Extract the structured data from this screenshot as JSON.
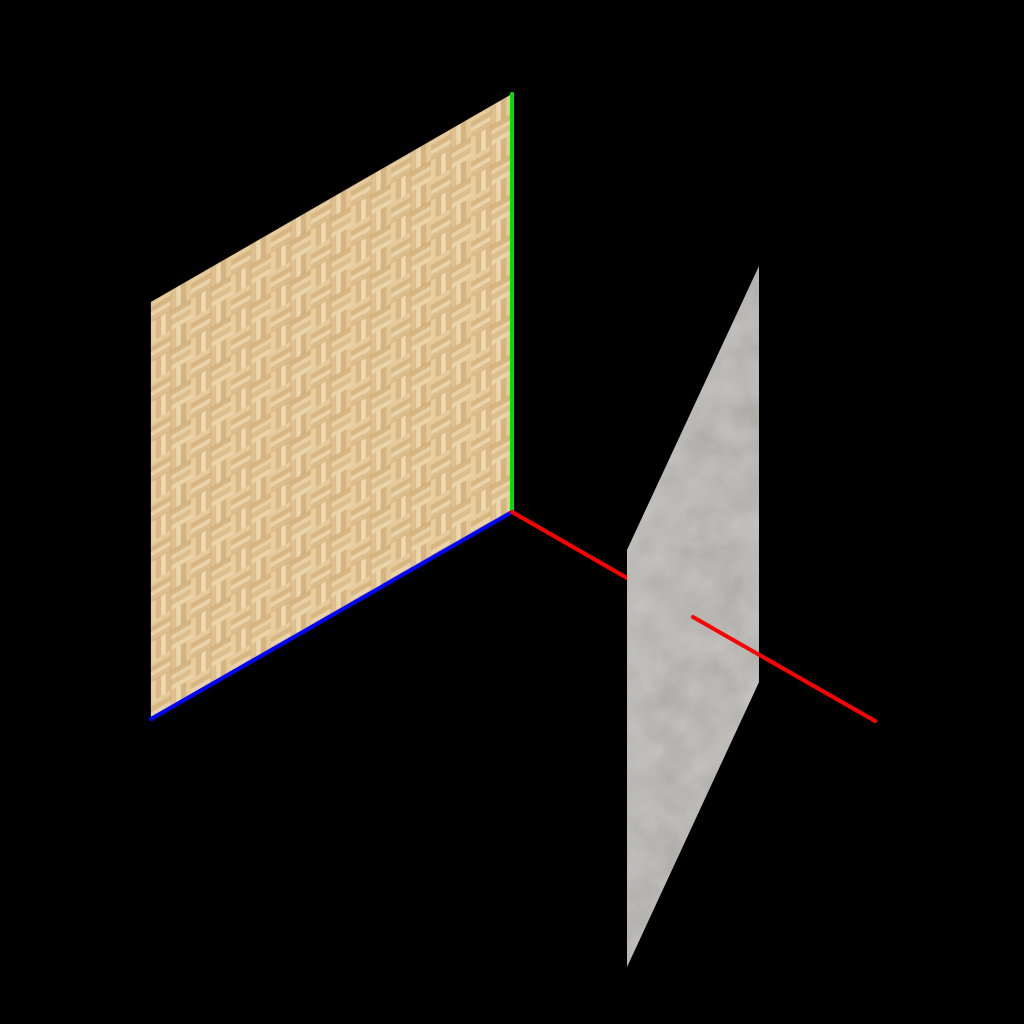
{
  "scene": {
    "background_color": "#000000",
    "axes": {
      "x": {
        "name": "x-axis",
        "color": "#ff0000"
      },
      "y": {
        "name": "y-axis",
        "color": "#00e000"
      },
      "z": {
        "name": "z-axis",
        "color": "#0000ff"
      }
    },
    "planes": [
      {
        "name": "wood-parquet-plane",
        "material": "wood-parquet",
        "base_color": "#e2c493"
      },
      {
        "name": "concrete-plane",
        "material": "concrete",
        "base_color": "#9e9d99"
      }
    ]
  }
}
